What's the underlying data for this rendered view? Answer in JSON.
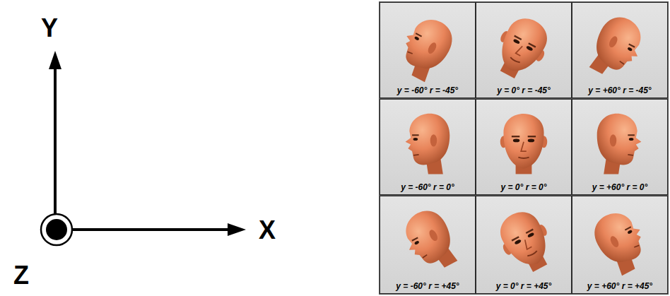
{
  "diagram": {
    "nodes": [
      {
        "text": [
          "y = -60° r = -45°"
        ]
      },
      {
        "text": [
          "y = 0° r = -45°"
        ]
      },
      {
        "text": [
          "y = +60° r = -45°"
        ]
      },
      {
        "text": [
          "y = -60° r = 0°"
        ]
      },
      {
        "text": [
          "y = 0° r = 0°"
        ]
      },
      {
        "text": [
          "y = +60° r = 0°"
        ]
      },
      {
        "text": [
          "y = -60° r = +45°"
        ]
      },
      {
        "text": [
          "y = 0° r = +45°"
        ]
      },
      {
        "text": [
          "y = +60° r = +45°"
        ]
      }
    ],
    "labels": [
      "Y",
      "X",
      "Z"
    ]
  }
}
